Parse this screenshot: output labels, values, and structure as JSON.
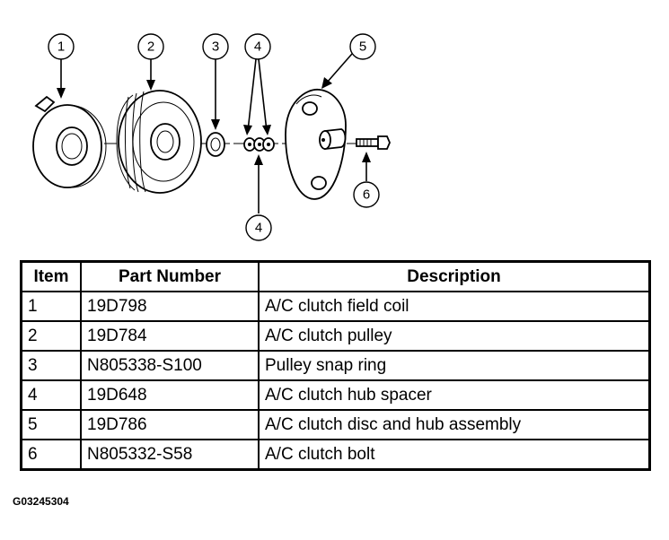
{
  "callouts": [
    {
      "id": "1",
      "label": "1"
    },
    {
      "id": "2",
      "label": "2"
    },
    {
      "id": "3",
      "label": "3"
    },
    {
      "id": "4a",
      "label": "4"
    },
    {
      "id": "5",
      "label": "5"
    },
    {
      "id": "6",
      "label": "6"
    },
    {
      "id": "4b",
      "label": "4"
    }
  ],
  "table": {
    "headers": {
      "item": "Item",
      "part_number": "Part Number",
      "description": "Description"
    },
    "rows": [
      {
        "item": "1",
        "part_number": "19D798",
        "description": "A/C clutch field coil"
      },
      {
        "item": "2",
        "part_number": "19D784",
        "description": "A/C clutch pulley"
      },
      {
        "item": "3",
        "part_number": "N805338-S100",
        "description": "Pulley snap ring"
      },
      {
        "item": "4",
        "part_number": "19D648",
        "description": "A/C clutch hub spacer"
      },
      {
        "item": "5",
        "part_number": "19D786",
        "description": "A/C clutch disc and hub assembly"
      },
      {
        "item": "6",
        "part_number": "N805332-S58",
        "description": "A/C clutch bolt"
      }
    ]
  },
  "figure_id": "G03245304"
}
